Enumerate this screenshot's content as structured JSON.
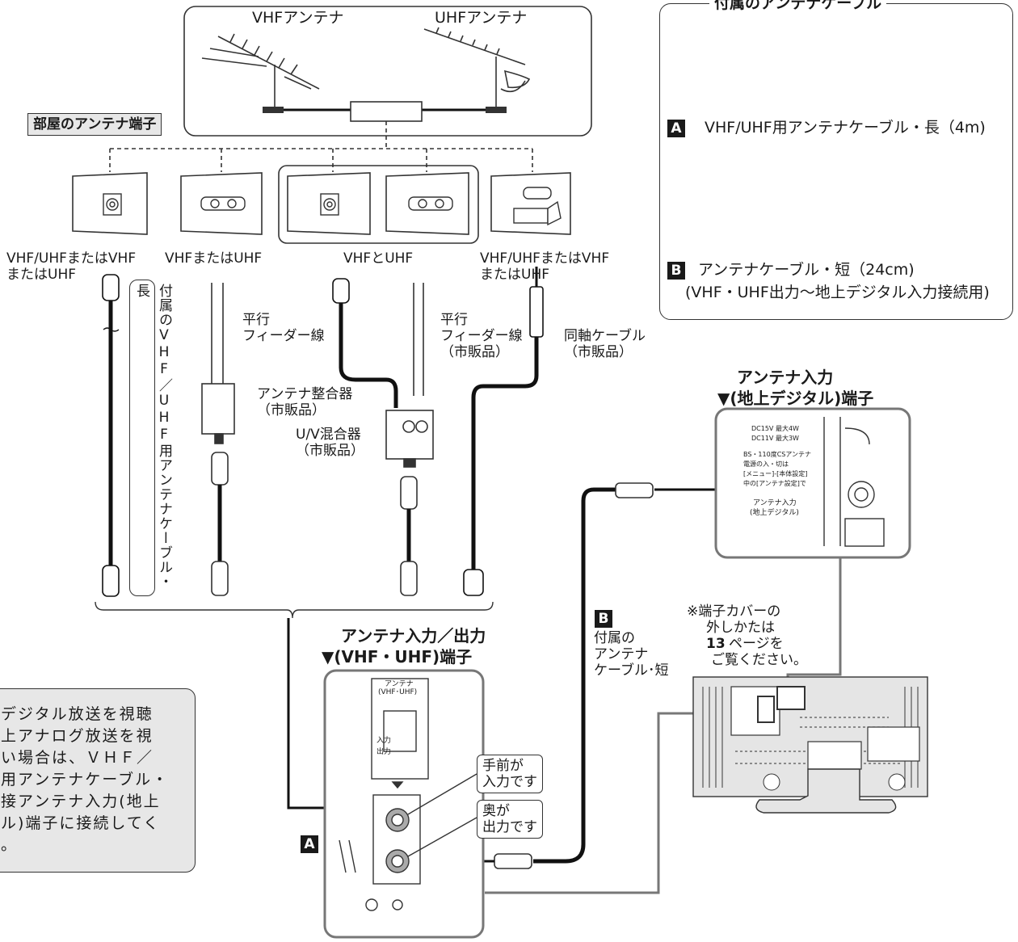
{
  "antennas": {
    "vhf": "VHFアンテナ",
    "uhf": "UHFアンテナ"
  },
  "room_terminal_label": "部屋のアンテナ端子",
  "supplied_cables": {
    "title": "付属のアンテナケーブル",
    "a_tag": "A",
    "a_label": "VHF/UHF用アンテナケーブル・長（4m)",
    "b_tag": "B",
    "b_label": "アンテナケーブル・短（24cm)",
    "b_sub": "(VHF・UHF出力〜地上デジタル入力接続用)"
  },
  "outlet_types": {
    "t1": "VHF/UHFまたはVHF\nまたはUHF",
    "t2": "VHFまたはUHF",
    "t3": "VHFとUHF",
    "t4": "VHF/UHFまたはVHF\nまたはUHF"
  },
  "vertical_label": "付属のVHF／UHF用アンテナケーブル・長",
  "parts": {
    "feeder1": "平行\nフィーダー線",
    "feeder2": "平行\nフィーダー線\n（市販品）",
    "coax": "同軸ケーブル\n（市販品）",
    "matcher": "アンテナ整合器\n（市販品）",
    "mixer": "U/V混合器\n（市販品）"
  },
  "terminal_digital": {
    "line1": "アンテナ入力",
    "line2": "▼(地上デジタル)端子"
  },
  "terminal_vhfuhf": {
    "line1": "アンテナ入力／出力",
    "line2": "▼(VHF・UHF)端子"
  },
  "cable_b_note": {
    "tag": "B",
    "text": "付属の\nアンテナ\nケーブル･短"
  },
  "cover_note": {
    "line1": "※端子カバーの",
    "line2": "外しかたは",
    "page": "13",
    "line3": "ページを",
    "line4": "ご覧ください。"
  },
  "callouts": {
    "input": "手前が\n入力です",
    "output": "奥が\n出力です"
  },
  "panel_labels": {
    "antenna": "アンテナ",
    "vhfuhf": "(VHF･UHF)",
    "in": "入力",
    "out": "出力",
    "dc15": "DC15V 最大4W",
    "dc11": "DC11V 最大3W",
    "bs": "BS・110度CSアンテナ",
    "power": "電源の入・切は",
    "menu": "[メニュー]-[本体設定]",
    "setting": "中の[アンテナ設定]で",
    "ant_in": "アンテナ入力",
    "terrestrial": "(地上デジタル)"
  },
  "tag_a_bottom": "A",
  "note_text": "デジタル放送を視聴\n上アナログ放送を視\nい場合は、ＶＨＦ／\n用アンテナケーブル・\n接アンテナ入力(地上\nル)端子に接続してく\n。"
}
